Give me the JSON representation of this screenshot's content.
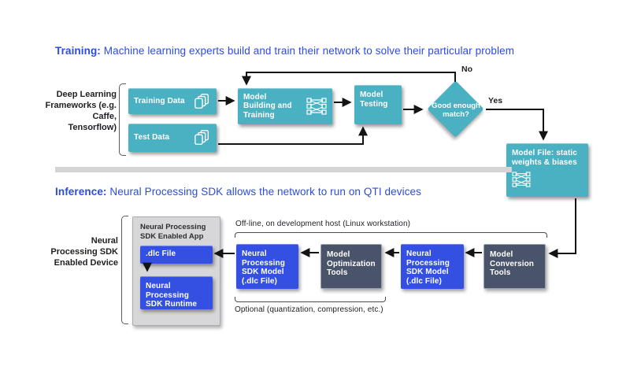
{
  "colors": {
    "teal": "#49b1c2",
    "blue": "#3350e2",
    "slate": "#49536a",
    "accent_text_blue": "#2c4ce0",
    "divider_gray": "#d4d4d6",
    "container_gray": "#d7d7da"
  },
  "training": {
    "title_prefix": "Training:",
    "title_rest": " Machine learning experts build and train their network to solve their particular problem",
    "side_label": "Deep Learning Frameworks (e.g. Caffe, Tensorflow)",
    "nodes": {
      "training_data": "Training Data",
      "test_data": "Test Data",
      "model_building": "Model Building and Training",
      "model_testing": "Model Testing",
      "decision": "Good enough match?",
      "model_file": "Model File: static weights & biases"
    },
    "labels": {
      "no": "No",
      "yes": "Yes"
    }
  },
  "inference": {
    "title_prefix": "Inference:",
    "title_rest": " Neural Processing SDK allows the network to run on QTI devices",
    "side_label": "Neural Processing SDK Enabled Device",
    "container_title": "Neural Processing SDK Enabled App",
    "nodes": {
      "dlc_file": ".dlc File",
      "sdk_runtime": "Neural Processing SDK Runtime",
      "sdk_model_optimized": "Neural Processing SDK Model (.dlc File)",
      "optimization_tools": "Model Optimization Tools",
      "sdk_model_converted": "Neural Processing SDK Model (.dlc File)",
      "conversion_tools": "Model Conversion Tools"
    },
    "offline_label": "Off-line, on development host (Linux workstation)",
    "optional_label": "Optional (quantization, compression, etc.)"
  },
  "icons": {
    "pages": "stacked-documents-icon",
    "network": "neural-network-icon"
  }
}
